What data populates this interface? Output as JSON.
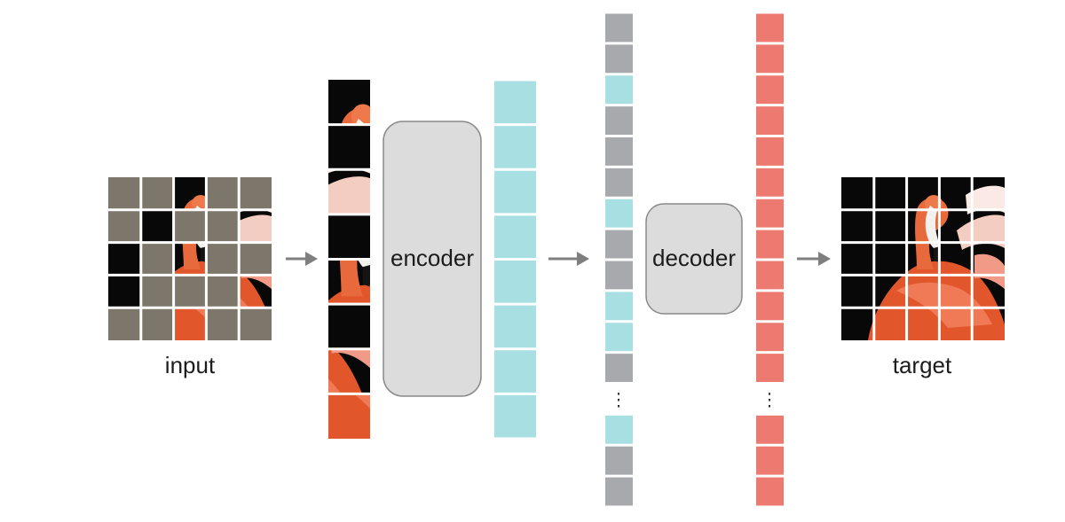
{
  "labels": {
    "input": "input",
    "encoder": "encoder",
    "decoder": "decoder",
    "target": "target",
    "ellipsis": "⋮"
  },
  "colors": {
    "mask_gray": "#7d776b",
    "token_cyan": "#a7dfe2",
    "mask_token_gray": "#a8a9ac",
    "output_red": "#ec7a70",
    "block_fill": "#dcdcdd",
    "block_stroke": "#8a8a8a",
    "arrow": "#7f7f7f"
  },
  "input_grid": {
    "rows": 5,
    "cols": 5,
    "visible_patches": [
      [
        0,
        2
      ],
      [
        1,
        1
      ],
      [
        1,
        4
      ],
      [
        2,
        0
      ],
      [
        2,
        2
      ],
      [
        3,
        0
      ],
      [
        3,
        4
      ],
      [
        4,
        2
      ]
    ]
  },
  "decoder_tokens": [
    "mask",
    "mask",
    "visible",
    "mask",
    "mask",
    "mask",
    "visible",
    "mask",
    "mask",
    "visible",
    "visible",
    "mask",
    "ellipsis",
    "visible",
    "mask",
    "mask"
  ]
}
